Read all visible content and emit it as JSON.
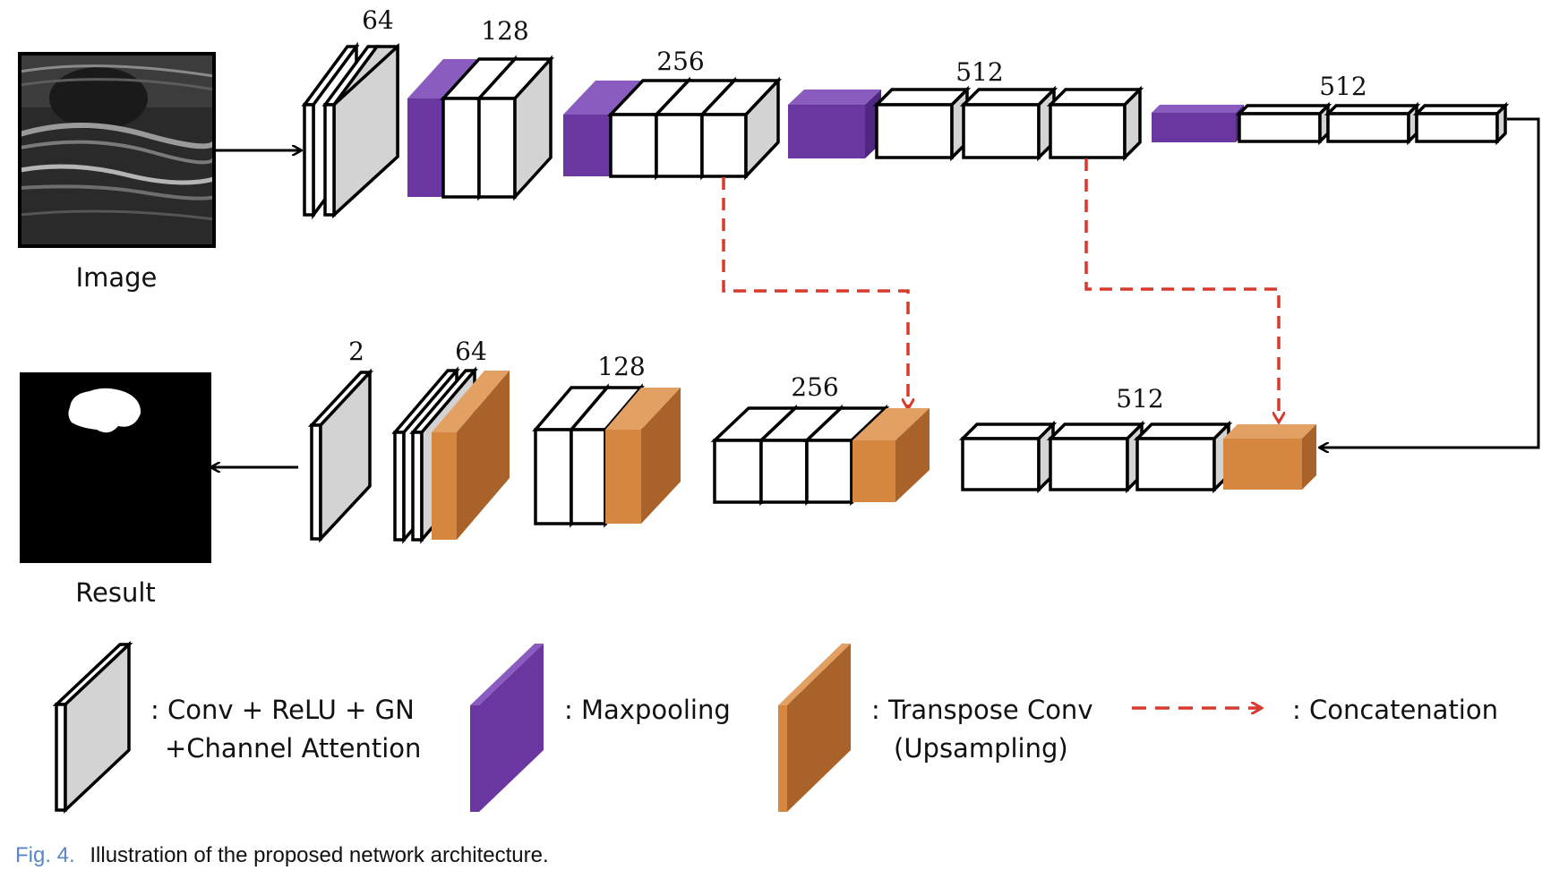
{
  "image_label": "Image",
  "result_label": "Result",
  "encoder": {
    "ch_64": "64",
    "ch_128": "128",
    "ch_256": "256",
    "ch_512_a": "512",
    "ch_512_b": "512"
  },
  "decoder": {
    "ch_2": "2",
    "ch_64": "64",
    "ch_128": "128",
    "ch_256": "256",
    "ch_512": "512"
  },
  "legend": {
    "conv_line1": ": Conv + ReLU + GN",
    "conv_line2": "+Channel Attention",
    "maxpool": ": Maxpooling",
    "transpose_line1": ": Transpose Conv",
    "transpose_line2": "(Upsampling)",
    "concat": ": Concatenation"
  },
  "caption": {
    "fig_number": "Fig. 4.",
    "text": "Illustration of the proposed network architecture."
  },
  "colors": {
    "conv_face": "#ffffff",
    "conv_side": "#d3d3d3",
    "maxpool_front": "#6a37a1",
    "maxpool_top": "#8a5cc0",
    "maxpool_side": "#4f2680",
    "upsample_front": "#d5873f",
    "upsample_top": "#e2a163",
    "upsample_side": "#a8622a",
    "concat_arrow": "#d83a2e"
  }
}
